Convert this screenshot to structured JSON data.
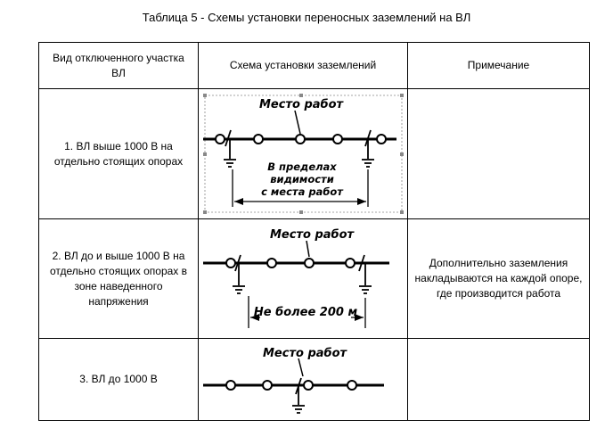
{
  "title": "Таблица 5 - Схемы установки переносных заземлений на ВЛ",
  "headers": {
    "col1": "Вид отключенного участка ВЛ",
    "col2": "Схема установки заземлений",
    "col3": "Примечание"
  },
  "rows": [
    {
      "type": "1. ВЛ выше 1000 В на отдельно стоящих опорах",
      "note": "",
      "scheme": {
        "work_label": "Место работ",
        "range_label_1": "В пределах",
        "range_label_2": "видимости",
        "range_label_3": "с места работ"
      }
    },
    {
      "type": "2. ВЛ до и выше 1000 В на отдельно стоящих опорах в зоне наведенного напряжения",
      "note": "Дополнительно заземления накладываются на каждой опоре, где производится работа",
      "scheme": {
        "work_label": "Место работ",
        "range_label": "Не более 200 м"
      }
    },
    {
      "type": "3. ВЛ до 1000 В",
      "note": "",
      "scheme": {
        "work_label": "Место работ"
      }
    }
  ]
}
